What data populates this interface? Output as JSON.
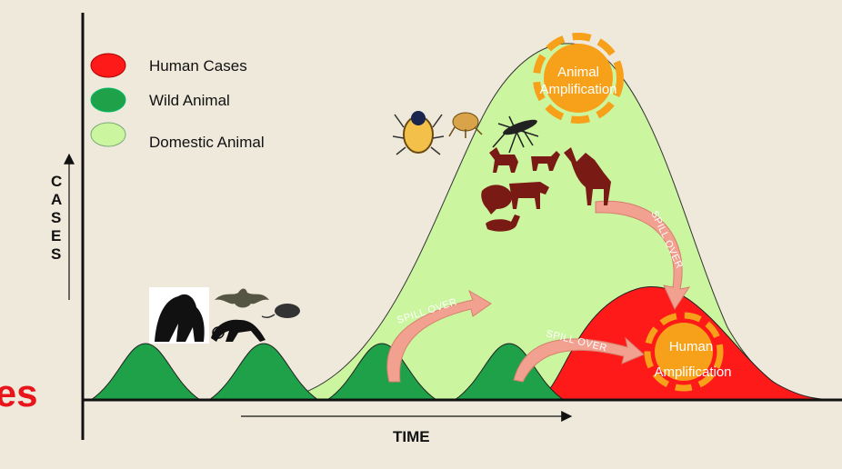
{
  "legend": {
    "items": [
      {
        "label": "Human Cases",
        "color": "#ff1a1a"
      },
      {
        "label": "Wild Animal",
        "color": "#1fa14a"
      },
      {
        "label": "Domestic Animal",
        "color": "#ccf5a0"
      }
    ]
  },
  "axes": {
    "y_label": "CASES",
    "x_label": "TIME"
  },
  "annotations": {
    "animal_amplification": [
      "Animal",
      "Amplification"
    ],
    "human_amplification": [
      "Human",
      "Amplification"
    ],
    "spill_over": "SPILL OVER"
  },
  "clipped_title": "ases",
  "icons": {
    "wild": [
      "gorilla-icon",
      "bat-icon",
      "rat-icon",
      "monkey-icon"
    ],
    "vectors": [
      "tick-icon",
      "flea-icon",
      "mosquito-icon"
    ],
    "domestic": [
      "goat-icon",
      "sheep-icon",
      "camel-icon",
      "chicken-icon",
      "cow-icon",
      "duck-icon"
    ]
  },
  "colors": {
    "background": "#efe9dc",
    "human": "#ff1a1a",
    "wild": "#1fa14a",
    "domestic": "#ccf5a0",
    "amplification": "#f7a11a",
    "arrow": "#f2a08f",
    "silhouette": "#7a1a14",
    "title": "#e8161b"
  }
}
